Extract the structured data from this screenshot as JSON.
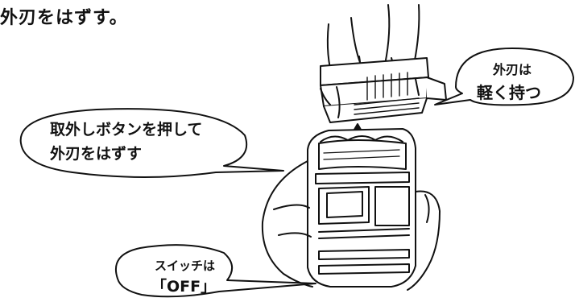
{
  "heading": "外刃をはずす。",
  "callouts": {
    "release_button": {
      "line1": "取外しボタンを押して",
      "line2": "外刃をはずす"
    },
    "hold_lightly": {
      "line1": "外刃は",
      "line2": "軽く持つ"
    },
    "switch_off": {
      "line1": "スイッチは",
      "line2": "「OFF」"
    }
  }
}
